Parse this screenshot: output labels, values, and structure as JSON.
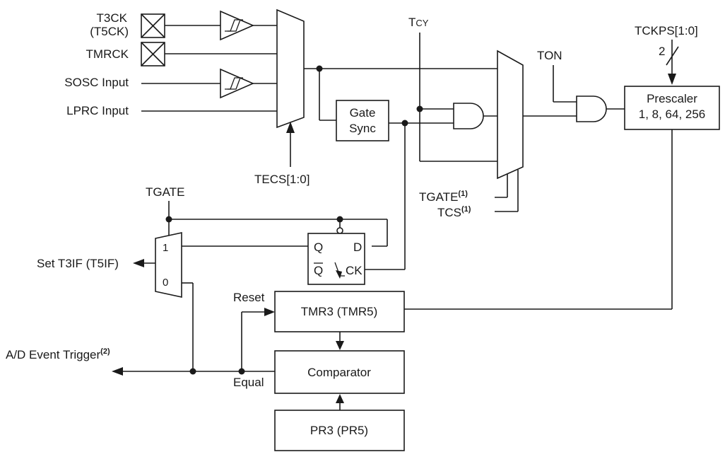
{
  "inputs": {
    "t3ck": "T3CK",
    "t5ck": "(T5CK)",
    "tmrck": "TMRCK",
    "sosc": "SOSC Input",
    "lprc": "LPRC Input"
  },
  "signals": {
    "tecs": "TECS[1:0]",
    "tcy_main": "T",
    "tcy_sub": "CY",
    "ton": "TON",
    "tckps": "TCKPS[1:0]",
    "tckps_width": "2",
    "tgate_top": "TGATE",
    "tgate_mux": "TGATE",
    "tgate_note": "(1)",
    "tcs": "TCS",
    "tcs_note": "(1)",
    "set_flag": "Set T3IF (T5IF)",
    "ad_trigger": "A/D Event Trigger",
    "ad_note": "(2)",
    "reset": "Reset",
    "equal": "Equal"
  },
  "blocks": {
    "gate_sync_1": "Gate",
    "gate_sync_2": "Sync",
    "prescaler_1": "Prescaler",
    "prescaler_2": "1, 8, 64, 256",
    "tmr": "TMR3 (TMR5)",
    "comparator": "Comparator",
    "pr": "PR3 (PR5)"
  },
  "flipflop": {
    "q": "Q",
    "d": "D",
    "qbar": "Q",
    "ck": "CK"
  },
  "mux_out": {
    "in1": "1",
    "in0": "0"
  }
}
